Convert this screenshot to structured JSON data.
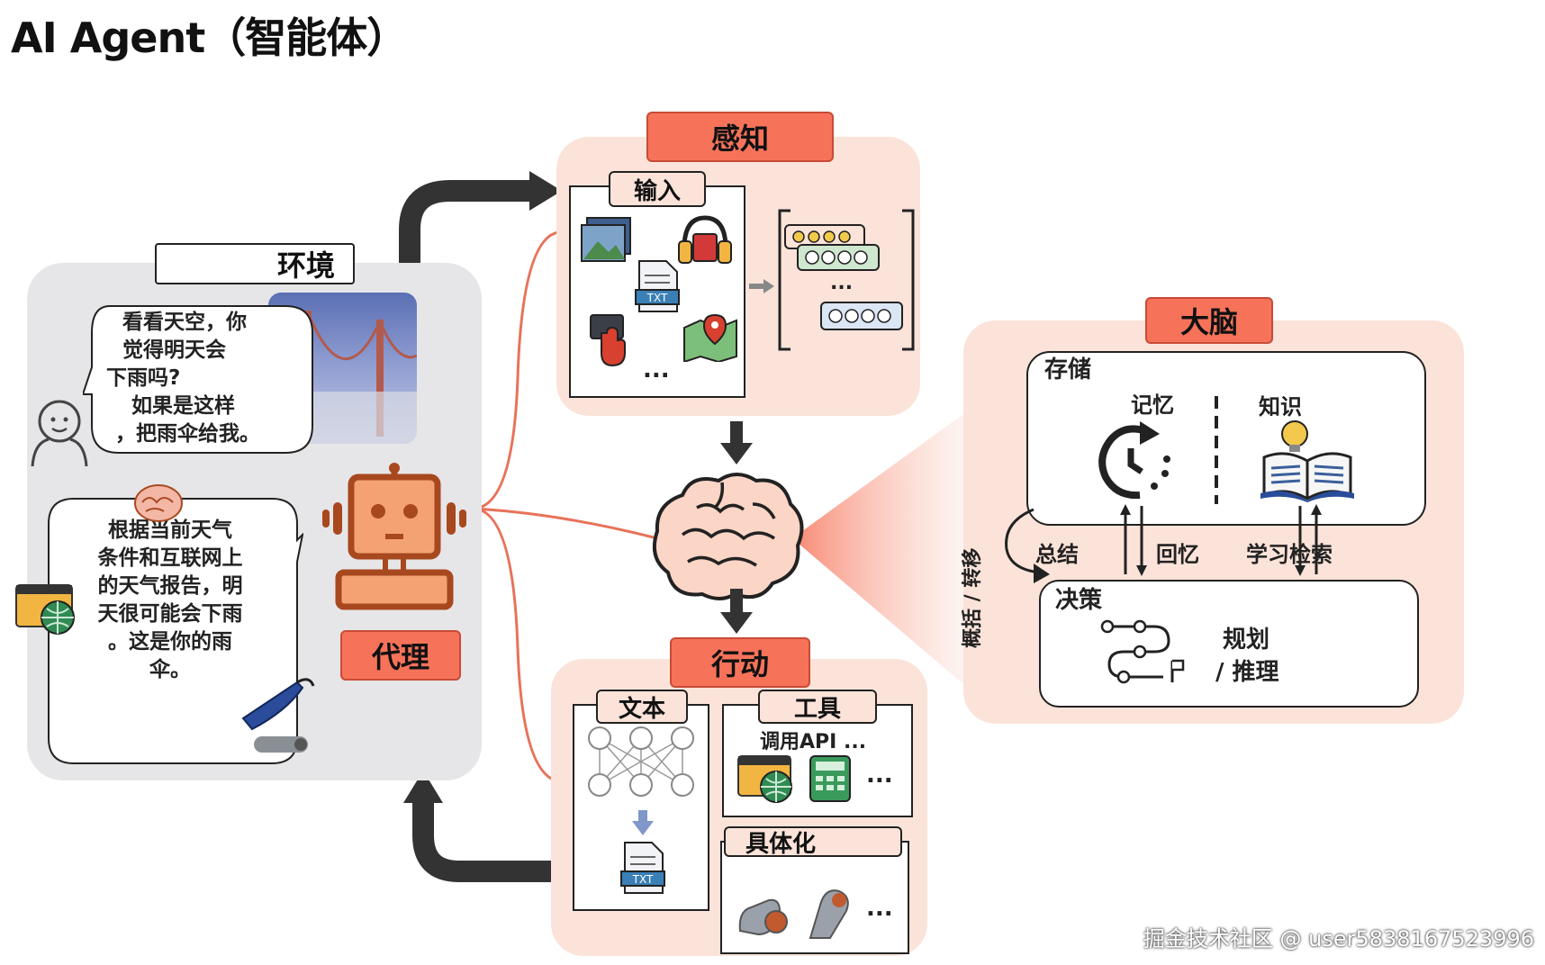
{
  "title": "AI Agent（智能体）",
  "environment": {
    "label": "环境",
    "user_bubble_lines": [
      "看看天空，你",
      "觉得明天会",
      "下雨吗?",
      "如果是这样",
      "，把雨伞给我。"
    ],
    "agent_bubble_lines": [
      "根据当前天气",
      "条件和互联网上",
      "的天气报告，明",
      "天很可能会下雨",
      "。这是你的雨",
      "伞。"
    ]
  },
  "agent": {
    "label": "代理"
  },
  "perception": {
    "label": "感知",
    "input_label": "输入",
    "ellipsis": "...",
    "vec_ellipsis": "..."
  },
  "action": {
    "label": "行动",
    "text_label": "文本",
    "tools_label": "工具",
    "tools_caption": "调用API ...",
    "tools_ellipsis": "...",
    "embodied_label": "具体化",
    "embodied_ellipsis": "...",
    "txt_icon": "TXT"
  },
  "brain": {
    "label": "大脑",
    "storage_label": "存储",
    "memory_label": "记忆",
    "knowledge_label": "知识",
    "summarize_label": "总结",
    "recall_label": "回忆",
    "learn_retrieve_label": "学习检索",
    "generalize_label": "概括 / 转移",
    "decision_label": "决策",
    "plan_label_1": "规划",
    "plan_label_2": "/ 推理"
  },
  "watermark": "掘金技术社区 @ user5838167523996",
  "colors": {
    "accent": "#f6735a",
    "panel_pink": "#fbe3d9",
    "panel_gray": "#e6e6e8",
    "line": "#e8725a",
    "dark": "#222222",
    "robot": "#a8481f"
  },
  "icons": [
    "image-icon",
    "headphones-icon",
    "txt-file-icon",
    "touch-icon",
    "map-icon",
    "brain-icon",
    "robot-icon",
    "person-icon",
    "globe-icon",
    "umbrella-icon",
    "clock-icon",
    "book-icon",
    "neural-net-icon",
    "calculator-icon",
    "robot-arm-icon"
  ]
}
